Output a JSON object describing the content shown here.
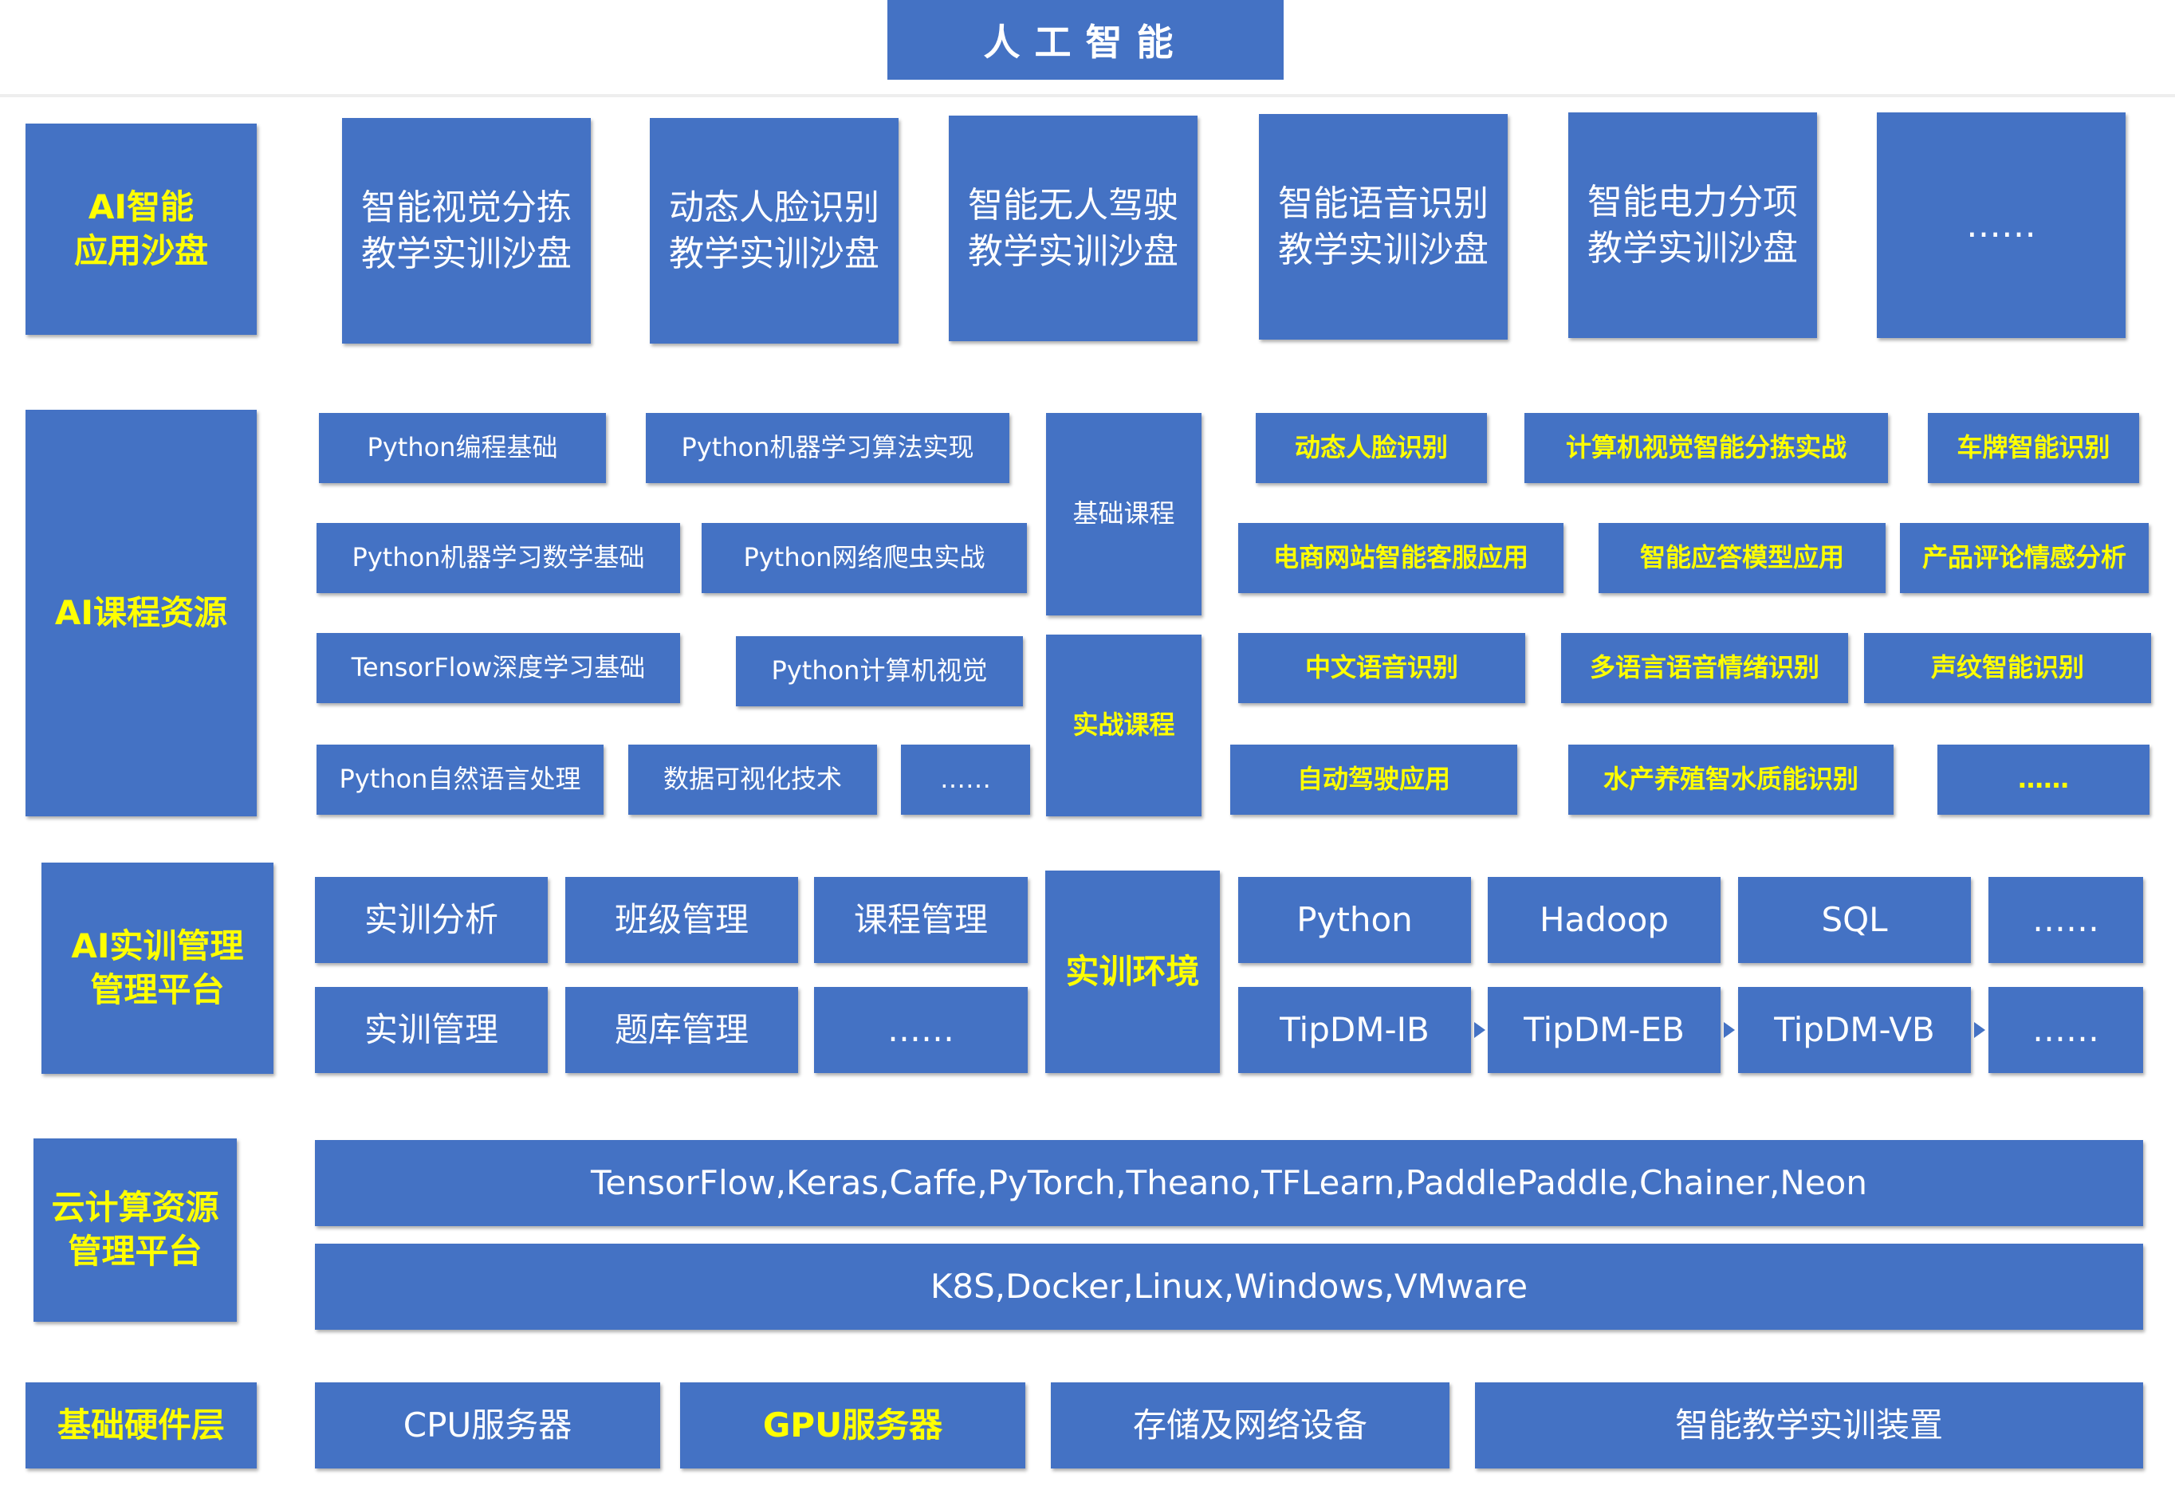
{
  "title": "人工智能",
  "sections": {
    "sandbox": "AI智能\n应用沙盘",
    "course": "AI课程资源",
    "training": "AI实训管理\n管理平台",
    "cloud": "云计算资源\n管理平台",
    "hardware": "基础硬件层"
  },
  "sandboxes": [
    "智能视觉分拣\n教学实训沙盘",
    "动态人脸识别\n教学实训沙盘",
    "智能无人驾驶\n教学实训沙盘",
    "智能语音识别\n教学实训沙盘",
    "智能电力分项\n教学实训沙盘",
    "……"
  ],
  "basic_courses": [
    "Python编程基础",
    "Python机器学习算法实现",
    "Python机器学习数学基础",
    "Python网络爬虫实战",
    "TensorFlow深度学习基础",
    "Python计算机视觉",
    "Python自然语言处理",
    "数据可视化技术",
    "……"
  ],
  "course_types": {
    "basic": "基础课程",
    "practical": "实战课程"
  },
  "practical_courses": [
    "动态人脸识别",
    "计算机视觉智能分拣实战",
    "车牌智能识别",
    "电商网站智能客服应用",
    "智能应答模型应用",
    "产品评论情感分析",
    "中文语音识别",
    "多语言语音情绪识别",
    "声纹智能识别",
    "自动驾驶应用",
    "水产养殖智水质能识别",
    "……"
  ],
  "management": [
    "实训分析",
    "班级管理",
    "课程管理",
    "实训管理",
    "题库管理",
    "……"
  ],
  "environment_label": "实训环境",
  "environment": [
    "Python",
    "Hadoop",
    "SQL",
    "……",
    "TipDM-IB",
    "TipDM-EB",
    "TipDM-VB",
    "……"
  ],
  "cloud_rows": [
    "TensorFlow,Keras,Caffe,PyTorch,Theano,TFLearn,PaddlePaddle,Chainer,Neon",
    "K8S,Docker,Linux,Windows,VMware"
  ],
  "hardware": [
    "CPU服务器",
    "GPU服务器",
    "存储及网络设备",
    "智能教学实训装置"
  ],
  "colors": {
    "box": "#4472c4",
    "text": "#ffffff",
    "highlight": "#ffff00"
  }
}
